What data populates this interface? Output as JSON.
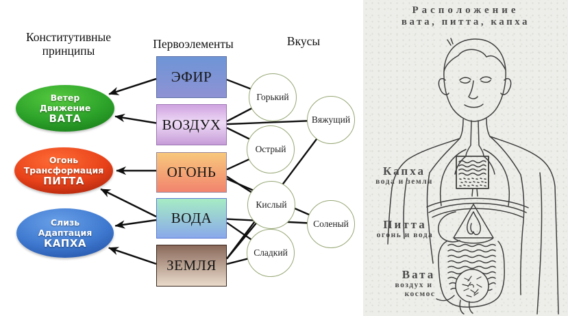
{
  "diagram": {
    "headers": {
      "principles_line1": "Конститутивные",
      "principles_line2": "принципы",
      "elements": "Первоэлементы",
      "tastes": "Вкусы"
    },
    "doshas": [
      {
        "line1": "Ветер",
        "line2": "Движение",
        "line3": "ВАТА",
        "light": "#55c93f",
        "color": "#2da32a",
        "dark": "#0e6a12"
      },
      {
        "line1": "Огонь",
        "line2": "Трансформация",
        "line3": "ПИТТА",
        "light": "#ff6c35",
        "color": "#e8421a",
        "dark": "#8c1404"
      },
      {
        "line1": "Слизь",
        "line2": "Адаптация",
        "line3": "КАПХА",
        "light": "#6aa0e8",
        "color": "#3f7ad0",
        "dark": "#163f94"
      }
    ],
    "elements": [
      {
        "label": "ЭФИР",
        "top_color": "#6e95d6",
        "bottom_color": "#8e92d4",
        "border": "#5a6ea6"
      },
      {
        "label": "ВОЗДУХ",
        "top_color": "#cfa3e0",
        "mid_color": "#eedaf6",
        "bottom_color": "#c69cd8",
        "border": "#9a74b2"
      },
      {
        "label": "ОГОНЬ",
        "top_color": "#f7c87c",
        "bottom_color": "#f2846e",
        "border": "#97879b"
      },
      {
        "label": "ВОДА",
        "top_color": "#a6ecc4",
        "bottom_color": "#8aa9ea",
        "border": "#5b79d4"
      },
      {
        "label": "ЗЕМЛЯ",
        "top_color": "#8a695a",
        "bottom_color": "#eadbcb",
        "border": "#35241a"
      }
    ],
    "tastes": [
      {
        "label": "Горький"
      },
      {
        "label": "Вяжущий"
      },
      {
        "label": "Острый"
      },
      {
        "label": "Кислый"
      },
      {
        "label": "Соленый"
      },
      {
        "label": "Сладкий"
      }
    ],
    "links": {
      "element_to_taste": [
        [
          0,
          0
        ],
        [
          1,
          0
        ],
        [
          1,
          1
        ],
        [
          1,
          2
        ],
        [
          2,
          2
        ],
        [
          2,
          3
        ],
        [
          2,
          4
        ],
        [
          3,
          4
        ],
        [
          3,
          5
        ],
        [
          4,
          1
        ],
        [
          4,
          3
        ],
        [
          4,
          5
        ]
      ],
      "element_to_dosha": [
        [
          0,
          0
        ],
        [
          1,
          0
        ],
        [
          2,
          1
        ],
        [
          3,
          1
        ],
        [
          3,
          2
        ],
        [
          4,
          2
        ]
      ]
    },
    "line_color": "#0e0e0e",
    "circle_border_color": "#95a673"
  },
  "body_panel": {
    "title_line1": "Расположение",
    "title_line2": "вата, питта, капха",
    "regions": [
      {
        "name": "Капха",
        "lines": [
          "вода и земля"
        ]
      },
      {
        "name": "Питта",
        "lines": [
          "огонь и вода"
        ]
      },
      {
        "name": "Вата",
        "lines": [
          "воздух и",
          "космос"
        ]
      }
    ]
  }
}
